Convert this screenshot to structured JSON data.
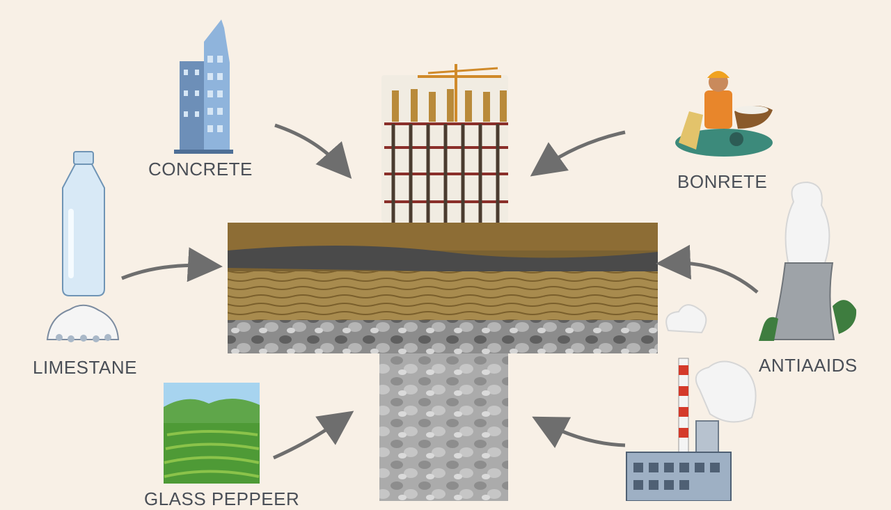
{
  "labels": {
    "concrete": "CONCRETE",
    "bonrete": "BONRETE",
    "limestane": "LIMESTANE",
    "antiaaids": "ANTIAAIDS",
    "glass_peppeer": "GLASS PEPPEER"
  },
  "colors": {
    "background": "#f8f0e6",
    "arrow": "#6e6e6e",
    "label": "#4a4f57"
  },
  "icons": [
    "skyscraper-icon",
    "worker-icon",
    "bottle-icon",
    "limestone-icon",
    "cooling-tower-icon",
    "factory-icon",
    "field-icon",
    "construction-site-icon",
    "soil-strata-icon"
  ]
}
